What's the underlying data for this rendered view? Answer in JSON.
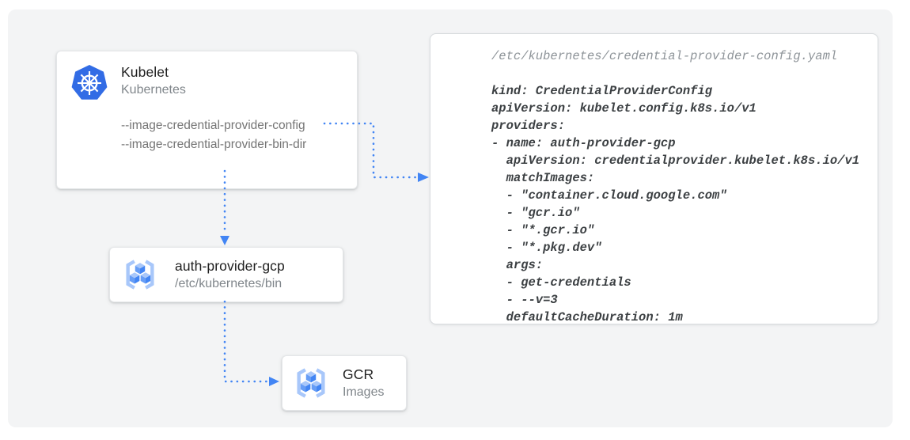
{
  "nodes": {
    "kubelet": {
      "title": "Kubelet",
      "subtitle": "Kubernetes",
      "icon": "kubernetes-icon",
      "flags": [
        "--image-credential-provider-config",
        "--image-credential-provider-bin-dir"
      ]
    },
    "auth_provider_gcp": {
      "title": "auth-provider-gcp",
      "subtitle": "/etc/kubernetes/bin",
      "icon": "gcr-icon"
    },
    "gcr": {
      "title": "GCR",
      "subtitle": "Images",
      "icon": "gcr-icon"
    }
  },
  "code_panel": {
    "file_path": "/etc/kubernetes/credential-provider-config.yaml",
    "code": "kind: CredentialProviderConfig\napiVersion: kubelet.config.k8s.io/v1\nproviders:\n- name: auth-provider-gcp\n  apiVersion: credentialprovider.kubelet.k8s.io/v1\n  matchImages:\n  - \"container.cloud.google.com\"\n  - \"gcr.io\"\n  - \"*.gcr.io\"\n  - \"*.pkg.dev\"\n  args:\n  - get-credentials\n  - --v=3\n  defaultCacheDuration: 1m"
  },
  "connections": [
    {
      "from": "kubelet --image-credential-provider-config",
      "to": "credential-provider-config.yaml panel",
      "style": "dotted-arrow"
    },
    {
      "from": "kubelet",
      "to": "auth-provider-gcp",
      "style": "dotted-arrow"
    },
    {
      "from": "auth-provider-gcp",
      "to": "gcr",
      "style": "dotted-arrow"
    }
  ],
  "colors": {
    "arrow_blue": "#4285F4",
    "kubernetes_blue": "#326CE5",
    "gcr_bracket_blue": "#A8C7FA",
    "gcr_cube_left": "#669DF6",
    "gcr_cube_right": "#4285F4",
    "canvas_background": "#F3F4F5",
    "card_background": "#FFFFFF",
    "title_text": "#212121",
    "muted_text": "#757575",
    "code_text": "#3C4043",
    "code_path_text": "#8E9499"
  }
}
